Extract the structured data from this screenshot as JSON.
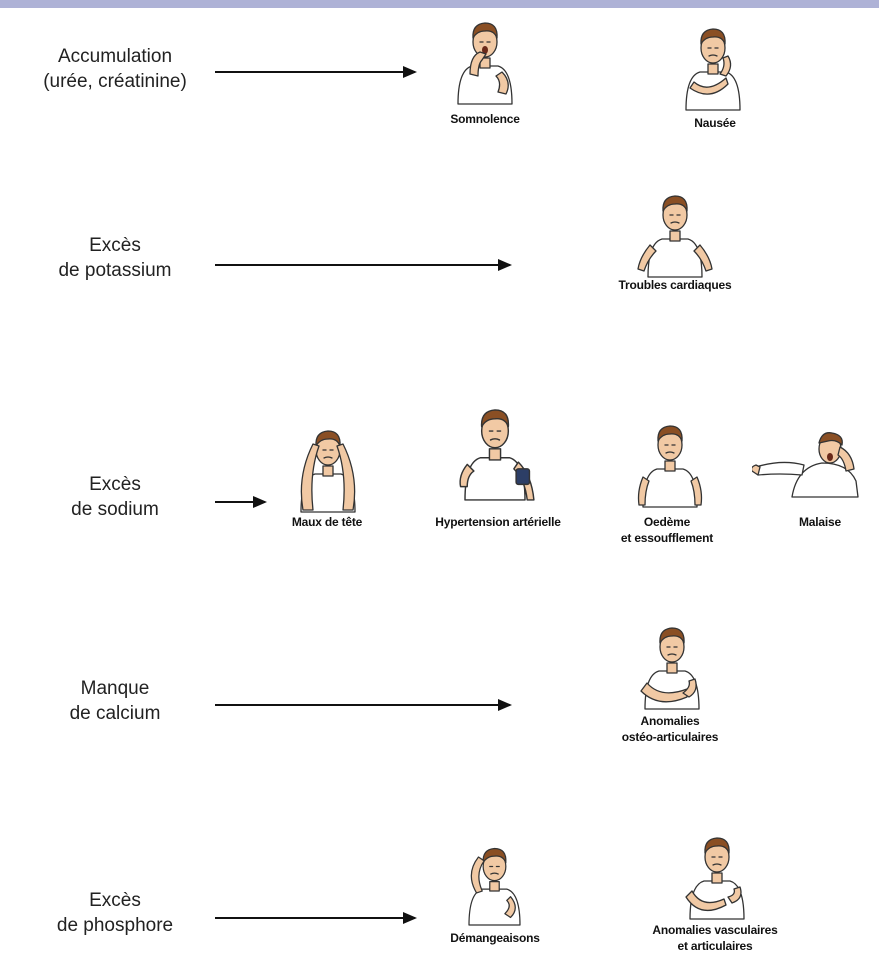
{
  "colors": {
    "top_bar": "#aeb2d6",
    "skin": "#f1c9a4",
    "hair": "#8a4f24",
    "shirt": "#ffffff",
    "outline": "#333333",
    "arrow": "#111111"
  },
  "causes": [
    {
      "label": "Accumulation\n(urée, créatinine)"
    },
    {
      "label": "Excès\nde potassium"
    },
    {
      "label": "Excès\nde sodium"
    },
    {
      "label": "Manque\nde calcium"
    },
    {
      "label": "Excès\nde phosphore"
    }
  ],
  "effects": [
    {
      "label": "Somnolence",
      "figure_icon": "person-yawning-icon"
    },
    {
      "label": "Nausée",
      "figure_icon": "person-nauseous-icon"
    },
    {
      "label": "Troubles cardiaques",
      "figure_icon": "person-heart-pain-icon"
    },
    {
      "label": "Maux de tête",
      "figure_icon": "person-headache-icon"
    },
    {
      "label": "Hypertension artérielle",
      "figure_icon": "person-blood-pressure-cuff-icon"
    },
    {
      "label": "Oedème\net essoufflement",
      "figure_icon": "person-edema-icon"
    },
    {
      "label": "Malaise",
      "figure_icon": "person-fainting-icon"
    },
    {
      "label": "Anomalies\nostéo-articulaires",
      "figure_icon": "person-joint-pain-icon"
    },
    {
      "label": "Démangeaisons",
      "figure_icon": "person-scratching-icon"
    },
    {
      "label": "Anomalies vasculaires\net articulaires",
      "figure_icon": "person-chest-pain-icon"
    }
  ]
}
